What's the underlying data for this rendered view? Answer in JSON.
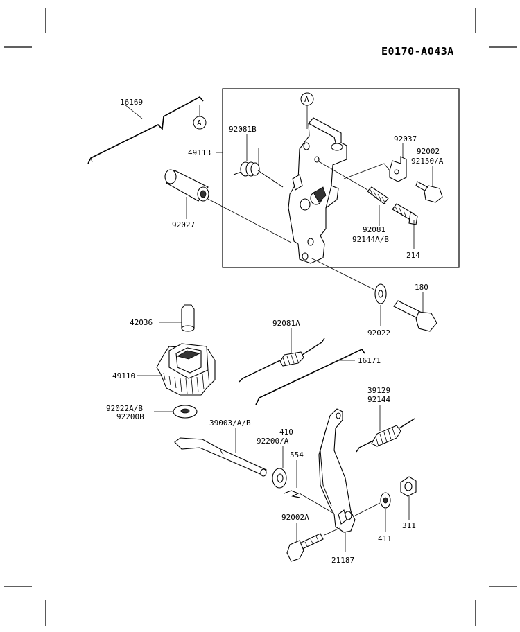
{
  "title": "E0170-A043A",
  "ref_marks": {
    "left": "A",
    "box": "A"
  },
  "labels": {
    "p16169": "16169",
    "p92081b": "92081B",
    "p49113": "49113",
    "p92037": "92037",
    "p92002": "92002",
    "p92150a": "92150/A",
    "p92027": "92027",
    "p92081": "92081",
    "p92144ab": "92144A/B",
    "p214": "214",
    "p180": "180",
    "p42036": "42036",
    "p92081a": "92081A",
    "p92022": "92022",
    "p49110": "49110",
    "p16171": "16171",
    "p92022ab": "92022A/B",
    "p92200b": "92200B",
    "p39129": "39129",
    "p92144": "92144",
    "p39003ab": "39003/A/B",
    "p410": "410",
    "p92200a": "92200/A",
    "p554": "554",
    "p92002a": "92002A",
    "p411": "411",
    "p311": "311",
    "p21187": "21187"
  }
}
